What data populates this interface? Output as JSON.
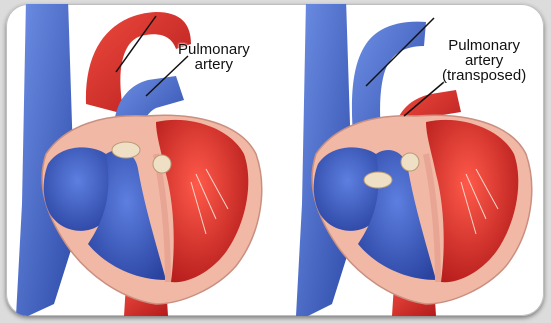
{
  "labels": {
    "left": {
      "line1": "Pulmonary",
      "line2": "artery"
    },
    "right": {
      "line1": "Pulmonary",
      "line2": "artery",
      "line3": "(transposed)"
    }
  },
  "colors": {
    "oxygenated": "#d42a2a",
    "deoxygenated": "#3e63c8",
    "muscle": "#f1b8a5",
    "valve": "#efe0c5",
    "background": "#ffffff"
  }
}
